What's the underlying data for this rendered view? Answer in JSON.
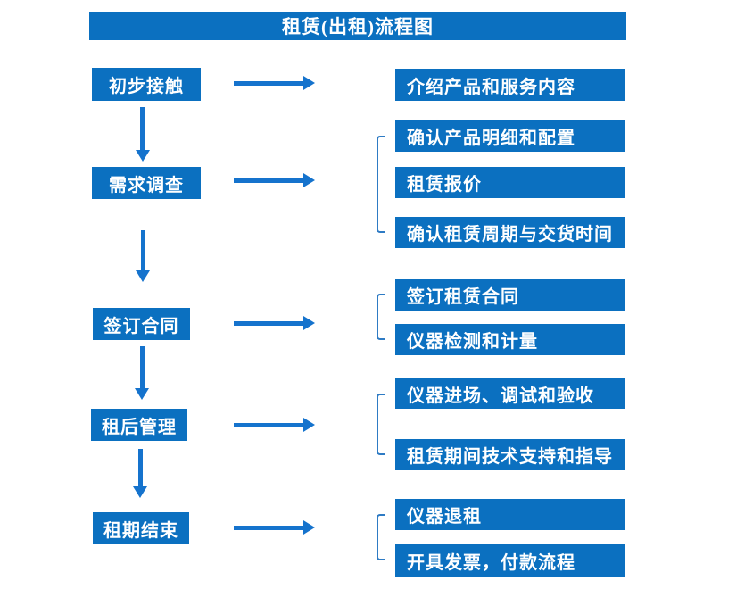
{
  "title": "租赁(出租)流程图",
  "colors": {
    "box_fill": "#0b70c0",
    "arrow": "#1573cd",
    "bracket": "#2e7bc4",
    "text": "#ffffff",
    "background": "#ffffff"
  },
  "icons": {
    "arrow_right": "right-arrow",
    "arrow_down": "down-arrow",
    "bracket": "square-bracket-connector"
  },
  "rows": [
    {
      "stage": "初步接触",
      "outputs": [
        "介绍产品和服务内容"
      ]
    },
    {
      "stage": "需求调查",
      "outputs": [
        "确认产品明细和配置",
        "租赁报价",
        "确认租赁周期与交货时间"
      ]
    },
    {
      "stage": "签订合同",
      "outputs": [
        "签订租赁合同",
        "仪器检测和计量"
      ]
    },
    {
      "stage": "租后管理",
      "outputs": [
        "仪器进场、调试和验收",
        "租赁期间技术支持和指导"
      ]
    },
    {
      "stage": "租期结束",
      "outputs": [
        "仪器退租",
        "开具发票，付款流程"
      ]
    }
  ]
}
